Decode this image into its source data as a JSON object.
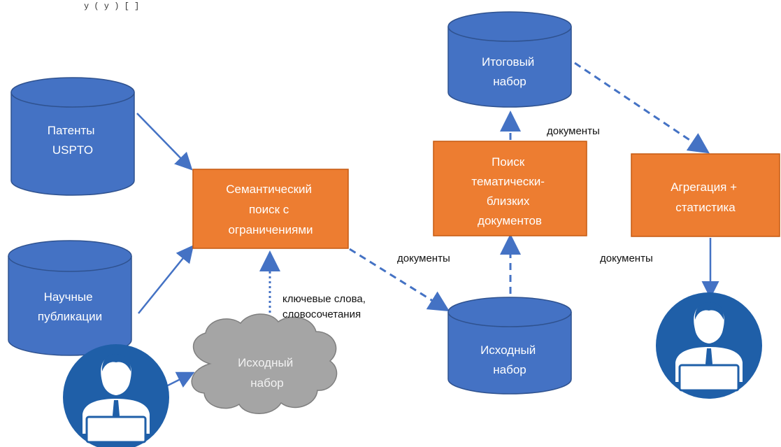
{
  "header_text": "y     (   y     )  [  ]",
  "nodes": {
    "patents": [
      "Патенты",
      "USPTO"
    ],
    "publications": [
      "Научные",
      "публикации"
    ],
    "semantic_search": [
      "Семантический",
      "поиск с",
      "ограничениями"
    ],
    "source_cloud": [
      "Исходный",
      "набор"
    ],
    "source_set": [
      "Исходный",
      "набор"
    ],
    "topic_search": [
      "Поиск",
      "тематически-",
      "близких",
      "документов"
    ],
    "final_set": [
      "Итоговый",
      "набор"
    ],
    "aggregation": [
      "Агрегация +",
      "статистика"
    ]
  },
  "edge_labels": {
    "keywords": [
      "ключевые слова,",
      "словосочетания"
    ],
    "docs_to_source": "документы",
    "docs_to_final": "документы",
    "docs_to_user": "документы"
  },
  "colors": {
    "database_fill": "#4472c4",
    "database_stroke": "#2f528f",
    "process_fill": "#ed7d31",
    "process_stroke": "#c55a11",
    "arrow": "#4472c4",
    "user_circle": "#1f5fa8",
    "cloud_fill": "#a5a5a5",
    "cloud_stroke": "#7f7f7f"
  },
  "icons": [
    "database-icon",
    "user-at-laptop-icon",
    "cloud-icon"
  ]
}
